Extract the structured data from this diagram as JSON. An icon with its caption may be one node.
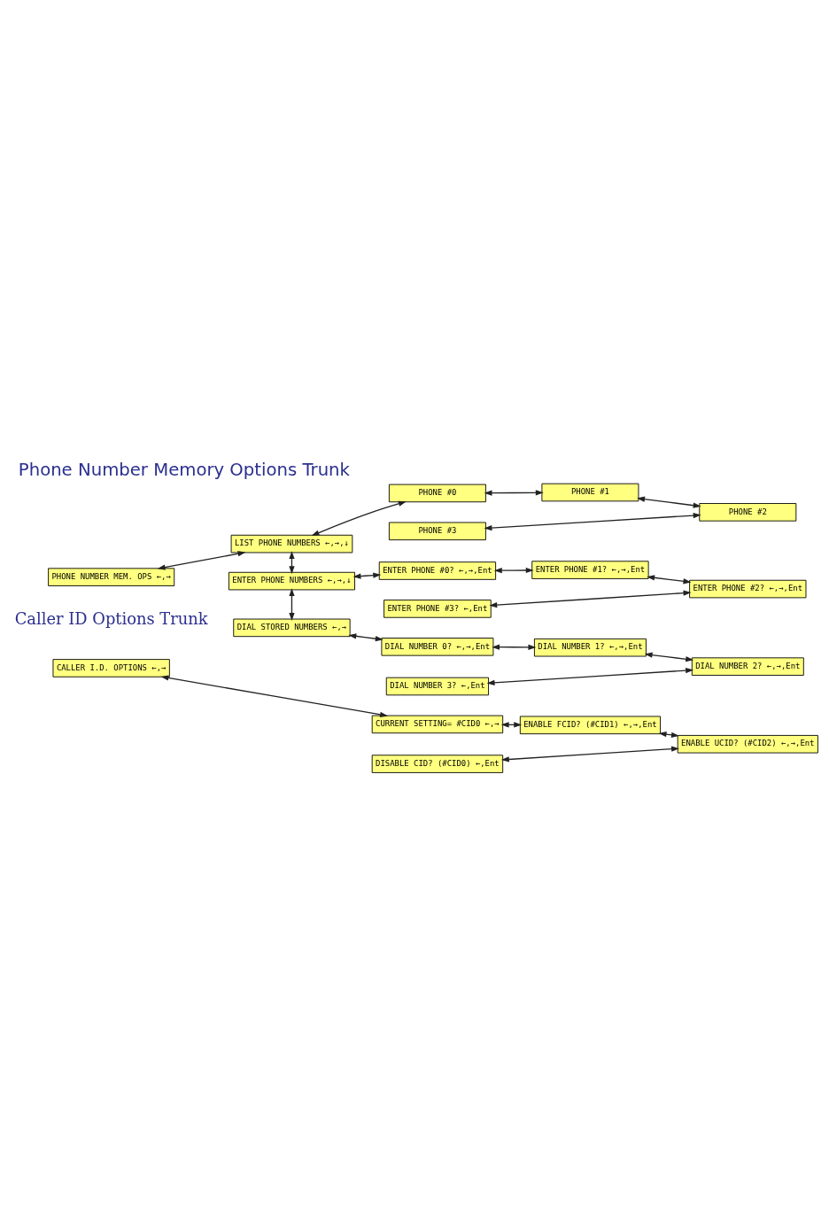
{
  "diagram": {
    "title": "Phone Number Memory Options Trunk",
    "nodes": [
      {
        "text": [
          "PHONE NUMBER MEM. OPS ←,→"
        ]
      },
      {
        "text": [
          "LIST PHONE NUMBERS ←,→,↓"
        ]
      },
      {
        "text": [
          "PHONE #0"
        ]
      },
      {
        "text": [
          "PHONE #1"
        ]
      },
      {
        "text": [
          "PHONE #2"
        ]
      },
      {
        "text": [
          "PHONE #3"
        ]
      },
      {
        "text": [
          "ENTER PHONE NUMBERS ←,→,↓"
        ]
      },
      {
        "text": [
          "ENTER PHONE #0? ←,→,Ent"
        ]
      },
      {
        "text": [
          "ENTER PHONE #1? ←,→,Ent"
        ]
      },
      {
        "text": [
          "ENTER PHONE #2? ←,→,Ent"
        ]
      },
      {
        "text": [
          "ENTER PHONE #3? ←,Ent"
        ]
      },
      {
        "text": [
          "DIAL STORED NUMBERS ←,→"
        ]
      },
      {
        "text": [
          "DIAL NUMBER 0? ←,→,Ent"
        ]
      },
      {
        "text": [
          "DIAL NUMBER 1? ←,→,Ent"
        ]
      },
      {
        "text": [
          "DIAL NUMBER 2? ←,→,Ent"
        ]
      },
      {
        "text": [
          "DIAL NUMBER 3? ←,Ent"
        ]
      },
      {
        "text": [
          "CALLER I.D. OPTIONS ←,→"
        ]
      },
      {
        "text": [
          "CURRENT SETTING= #CID0 ←,→"
        ]
      },
      {
        "text": [
          "ENABLE FCID? (#CID1) ←,→,Ent"
        ]
      },
      {
        "text": [
          "ENABLE UCID? (#CID2) ←,→,Ent"
        ]
      },
      {
        "text": [
          "DISABLE CID? (#CID0) ←,Ent"
        ]
      }
    ],
    "edges": [
      {
        "from": 0,
        "to": 1,
        "arrow": "both"
      },
      {
        "from": 1,
        "to": 2,
        "arrow": "both"
      },
      {
        "from": 2,
        "to": 3,
        "arrow": "both"
      },
      {
        "from": 3,
        "to": 4,
        "arrow": "both"
      },
      {
        "from": 4,
        "to": 5,
        "arrow": "both"
      },
      {
        "from": 1,
        "to": 6,
        "arrow": "both"
      },
      {
        "from": 6,
        "to": 7,
        "arrow": "both"
      },
      {
        "from": 7,
        "to": 8,
        "arrow": "both"
      },
      {
        "from": 8,
        "to": 9,
        "arrow": "both"
      },
      {
        "from": 9,
        "to": 10,
        "arrow": "both"
      },
      {
        "from": 6,
        "to": 11,
        "arrow": "both"
      },
      {
        "from": 11,
        "to": 12,
        "arrow": "both"
      },
      {
        "from": 12,
        "to": 13,
        "arrow": "both"
      },
      {
        "from": 13,
        "to": 14,
        "arrow": "both"
      },
      {
        "from": 14,
        "to": 15,
        "arrow": "both"
      },
      {
        "from": 16,
        "to": 17,
        "arrow": "both"
      },
      {
        "from": 17,
        "to": 18,
        "arrow": "both"
      },
      {
        "from": 18,
        "to": 19,
        "arrow": "both"
      },
      {
        "from": 19,
        "to": 20,
        "arrow": "both"
      }
    ],
    "labels": [
      "Caller ID Options Trunk"
    ]
  }
}
